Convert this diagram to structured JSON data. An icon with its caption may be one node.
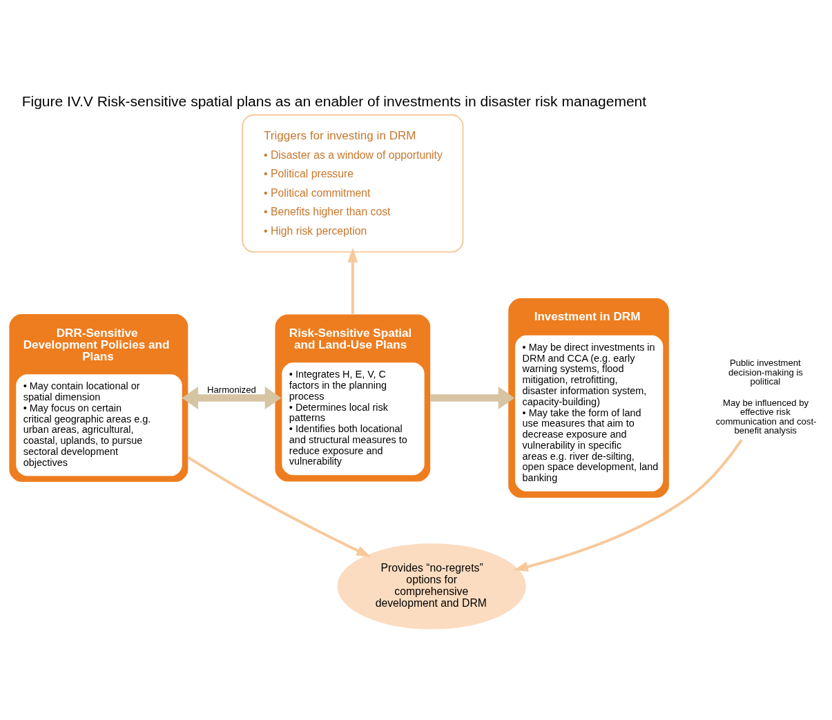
{
  "diagram": {
    "title": "Figure IV.V Risk-sensitive spatial plans as an enabler of investments in disaster risk management",
    "nodes": [
      {
        "text": [
          "DRR-Sensitive Development Policies and Plans",
          "• May contain locational or spatial dimension",
          "• May focus on certain critical geographic areas e.g. urban areas, agricultural, coastal, uplands, to pursue sectoral development objectives"
        ]
      },
      {
        "text": [
          "Risk-Sensitive Spatial and Land-Use Plans",
          "• Integrates H, E, V, C factors in the planning process",
          "• Determines local risk patterns",
          "• Identifies both locational and structural measures to reduce exposure and vulnerability"
        ]
      },
      {
        "text": [
          "Public investment decision-making is political",
          "May be influenced by effective risk communication and cost-benefit analysis"
        ]
      },
      {
        "text": [
          "Investment in DRM",
          "• May be direct investments in DRM and CCA (e.g. early warning systems, flood mitigation, retrofitting, disaster information system, capacity-building)",
          "• May take the form of land use measures that aim to decrease exposure and vulnerability in specific areas e.g. river de-silting, open space development, land banking"
        ]
      },
      {
        "text": [
          "Triggers for investing in DRM",
          "• Disaster as a window of opportunity",
          "• Political pressure",
          "• Political commitment",
          "• Benefits higher than cost",
          "• High risk perception"
        ]
      },
      {
        "text": [
          "Provides “no-regrets” options for comprehensive development and DRM"
        ]
      }
    ],
    "edges": [
      {
        "from": 0,
        "to": 1,
        "arrow": "both",
        "label": "Harmonized",
        "style": "thick",
        "color": "#d6c4a3"
      },
      {
        "from": 1,
        "to": 3,
        "arrow": "to",
        "style": "thick",
        "color": "#d6c4a3"
      },
      {
        "from": 1,
        "to": 4,
        "arrow": "to"
      },
      {
        "from": 0,
        "to": 5,
        "arrow": "to"
      },
      {
        "from": 2,
        "to": 5,
        "arrow": "to"
      }
    ]
  }
}
